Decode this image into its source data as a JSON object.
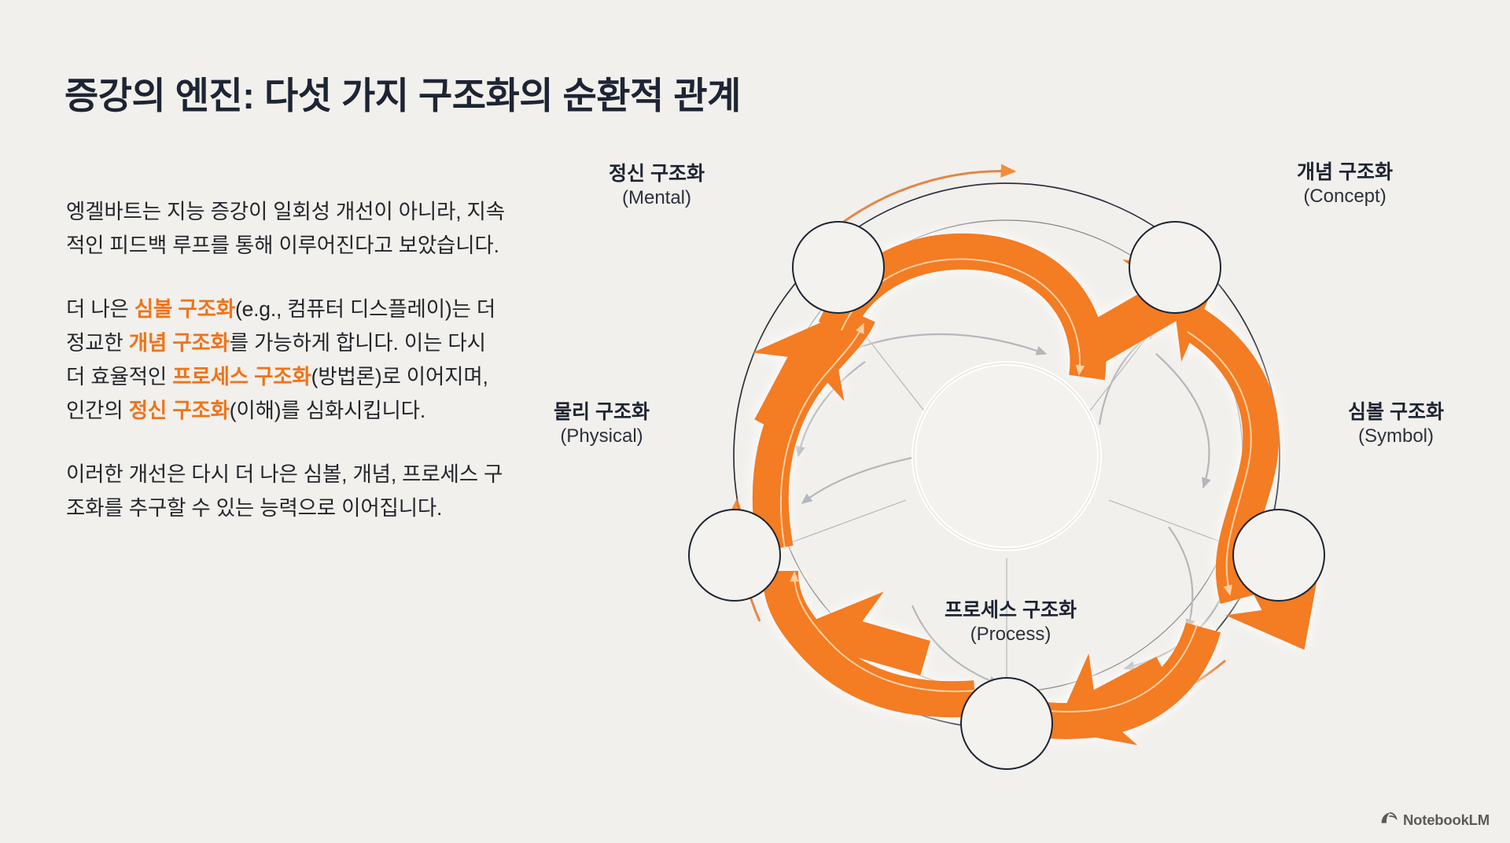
{
  "title": "증강의 엔진: 다섯 가지 구조화의 순환적 관계",
  "accent_color": "#f07318",
  "background_color": "#f2f0ec",
  "text_color": "#23262b",
  "paragraphs": [
    {
      "id": "p1",
      "segments": [
        {
          "text": "엥겔바트는 지능 증강이 일회성 개선이 아니라, 지속적인 피드백 루프를 통해 이루어진다고 보았습니다.",
          "highlight": false
        }
      ]
    },
    {
      "id": "p2",
      "segments": [
        {
          "text": "더 나은 ",
          "highlight": false
        },
        {
          "text": "심볼 구조화",
          "highlight": true
        },
        {
          "text": "(e.g., 컴퓨터 디스플레이)는 더 정교한 ",
          "highlight": false
        },
        {
          "text": "개념 구조화",
          "highlight": true
        },
        {
          "text": "를 가능하게 합니다. 이는 다시 더 효율적인 ",
          "highlight": false
        },
        {
          "text": "프로세스 구조화",
          "highlight": true
        },
        {
          "text": "(방법론)로 이어지며, 인간의 ",
          "highlight": false
        },
        {
          "text": "정신 구조화",
          "highlight": true
        },
        {
          "text": "(이해)를 심화시킵니다.",
          "highlight": false
        }
      ]
    },
    {
      "id": "p3",
      "segments": [
        {
          "text": "이러한 개선은 다시 더 나은 심볼, 개념, 프로세스 구조화를 추구할 수 있는 능력으로 이어집니다.",
          "highlight": false
        }
      ]
    }
  ],
  "diagram": {
    "type": "cycle",
    "direction": "clockwise",
    "node_count": 5,
    "arrow_color": "#f47b20",
    "ring_color": "#2b313c",
    "inner_arrow_color": "#b4b7bb",
    "nodes": [
      {
        "id": "mental",
        "ko": "정신 구조화",
        "en": "(Mental)",
        "position": "top-left"
      },
      {
        "id": "concept",
        "ko": "개념 구조화",
        "en": "(Concept)",
        "position": "top-right"
      },
      {
        "id": "symbol",
        "ko": "심볼 구조화",
        "en": "(Symbol)",
        "position": "right"
      },
      {
        "id": "process",
        "ko": "프로세스 구조화",
        "en": "(Process)",
        "position": "bottom"
      },
      {
        "id": "physical",
        "ko": "물리 구조화",
        "en": "(Physical)",
        "position": "left"
      }
    ]
  },
  "watermark": {
    "label": "NotebookLM",
    "icon": "notebooklm-icon"
  }
}
